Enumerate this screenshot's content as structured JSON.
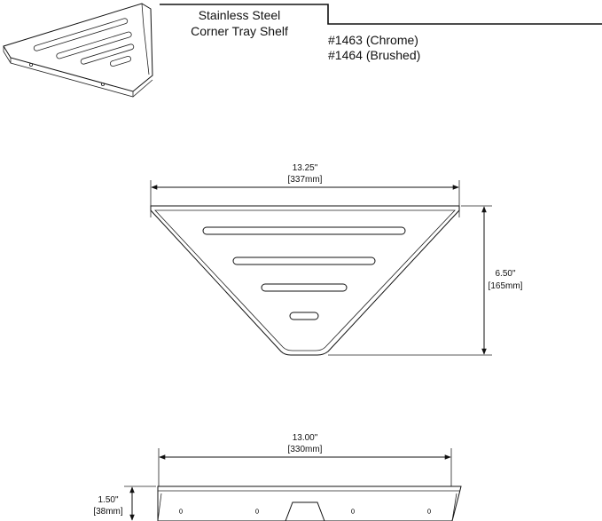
{
  "title_block": {
    "title_line1": "Stainless Steel",
    "title_line2": "Corner Tray Shelf"
  },
  "models": [
    "#1463 (Chrome)",
    "#1464 (Brushed)"
  ],
  "top_view": {
    "width_imperial": "13.25\"",
    "width_metric": "[337mm]",
    "depth_imperial": "6.50\"",
    "depth_metric": "[165mm]",
    "slot_count": 4
  },
  "front_view": {
    "width_imperial": "13.00\"",
    "width_metric": "[330mm]",
    "height_imperial": "1.50\"",
    "height_metric": "[38mm]"
  }
}
